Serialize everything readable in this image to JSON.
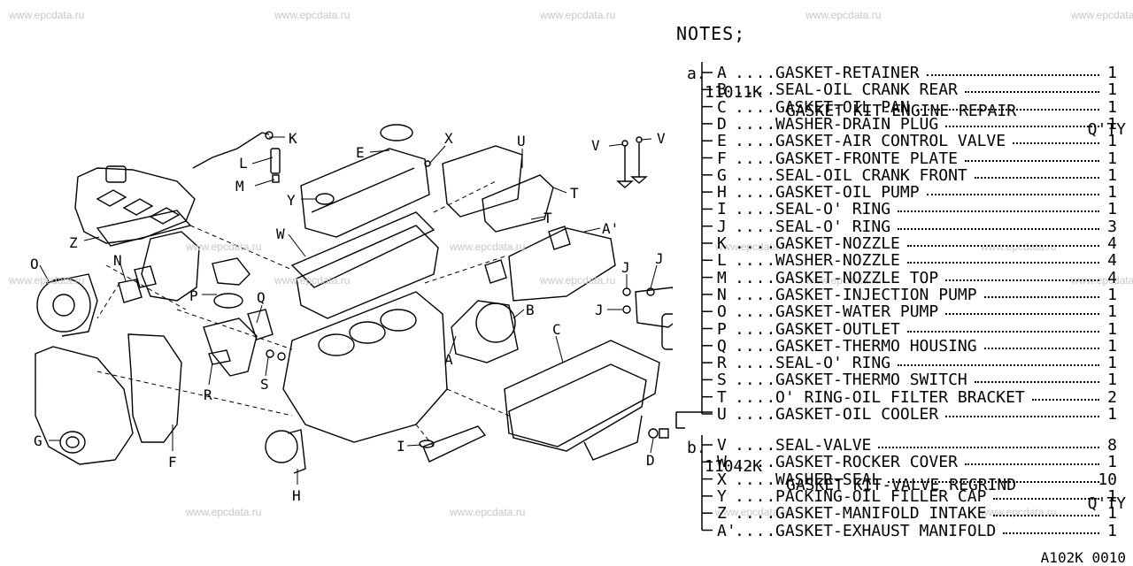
{
  "watermark": "www.epcdata.ru",
  "notes_title": "NOTES;",
  "kit_a": {
    "letter": "a.",
    "code": "11011K",
    "title": "GASKET KIT-ENGINE REPAIR",
    "qty_header": "Q'TY"
  },
  "kit_b": {
    "letter": "b.",
    "code": "11042K",
    "title": "GASKET KIT-VALVE REGRIND",
    "qty_header": "Q'TY"
  },
  "items_a": [
    {
      "code": "A",
      "name": "GASKET-RETAINER",
      "qty": "1"
    },
    {
      "code": "B",
      "name": "SEAL-OIL CRANK REAR",
      "qty": "1"
    },
    {
      "code": "C",
      "name": "GASKET-OIL PAN",
      "qty": "1"
    },
    {
      "code": "D",
      "name": "WASHER-DRAIN PLUG",
      "qty": "1"
    },
    {
      "code": "E",
      "name": "GASKET-AIR CONTROL VALVE",
      "qty": "1"
    },
    {
      "code": "F",
      "name": "GASKET-FRONTE PLATE",
      "qty": "1"
    },
    {
      "code": "G",
      "name": "SEAL-OIL CRANK FRONT",
      "qty": "1"
    },
    {
      "code": "H",
      "name": "GASKET-OIL PUMP",
      "qty": "1"
    },
    {
      "code": "I",
      "name": "SEAL-O' RING",
      "qty": "1"
    },
    {
      "code": "J",
      "name": "SEAL-O' RING",
      "qty": "3"
    },
    {
      "code": "K",
      "name": "GASKET-NOZZLE",
      "qty": "4"
    },
    {
      "code": "L",
      "name": "WASHER-NOZZLE",
      "qty": "4"
    },
    {
      "code": "M",
      "name": "GASKET-NOZZLE TOP",
      "qty": "4"
    },
    {
      "code": "N",
      "name": "GASKET-INJECTION PUMP",
      "qty": "1"
    },
    {
      "code": "O",
      "name": "GASKET-WATER PUMP",
      "qty": "1"
    },
    {
      "code": "P",
      "name": "GASKET-OUTLET",
      "qty": "1"
    },
    {
      "code": "Q",
      "name": "GASKET-THERMO HOUSING",
      "qty": "1"
    },
    {
      "code": "R",
      "name": "SEAL-O' RING",
      "qty": "1"
    },
    {
      "code": "S",
      "name": "GASKET-THERMO SWITCH",
      "qty": "1"
    },
    {
      "code": "T",
      "name": "O' RING-OIL FILTER BRACKET",
      "qty": "2"
    },
    {
      "code": "U",
      "name": "GASKET-OIL COOLER",
      "qty": "1"
    }
  ],
  "items_b": [
    {
      "code": "V",
      "name": "SEAL-VALVE",
      "qty": "8"
    },
    {
      "code": "W",
      "name": "GASKET-ROCKER COVER",
      "qty": "1"
    },
    {
      "code": "X",
      "name": "WASHER-SEAL",
      "qty": "10"
    },
    {
      "code": "Y",
      "name": "PACKING-OIL FILLER CAP",
      "qty": "1"
    },
    {
      "code": "Z",
      "name": "GASKET-MANIFOLD INTAKE",
      "qty": "1"
    },
    {
      "code": "A'",
      "name": "GASKET-EXHAUST MANIFOLD",
      "qty": "1"
    }
  ],
  "diagram_labels": [
    "K",
    "L",
    "M",
    "E",
    "X",
    "U",
    "V",
    "V",
    "Y",
    "W",
    "T",
    "T",
    "A'",
    "Z",
    "N",
    "O",
    "P",
    "Q",
    "J",
    "J",
    "J",
    "B",
    "C",
    "R",
    "S",
    "A",
    "I",
    "G",
    "F",
    "H",
    "D"
  ],
  "ref_code": "A102K 0010"
}
